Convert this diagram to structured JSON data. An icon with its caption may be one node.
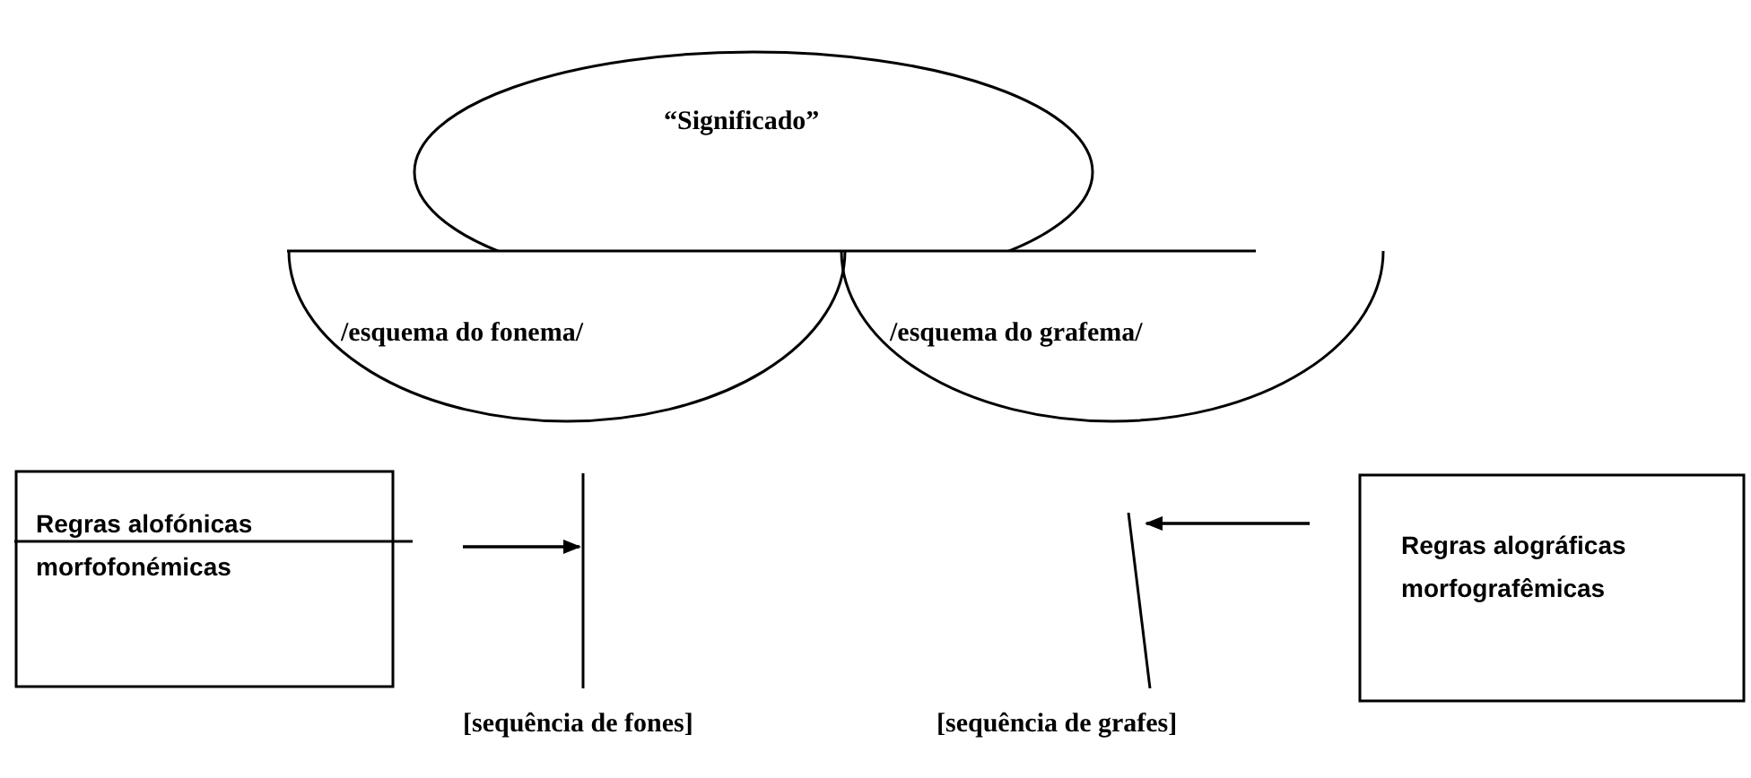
{
  "diagram": {
    "nodes": [
      {
        "text": [
          "“Significado”"
        ]
      },
      {
        "text": [
          "/esquema do fonema/"
        ]
      },
      {
        "text": [
          "/esquema do grafema/"
        ]
      },
      {
        "text": [
          "Regras alofónicas",
          "morfofonémicas"
        ]
      },
      {
        "text": [
          "Regras alográficas morfografêmicas"
        ]
      },
      {
        "text": [],
        "shape": "bar",
        "beside": [
          "[sequência de fones]"
        ]
      },
      {
        "text": [],
        "shape": "bar",
        "beside": [
          "[sequência de grafes]"
        ]
      }
    ],
    "edges": [
      {
        "from": 3,
        "to": 5,
        "arrow": "to"
      },
      {
        "from": 4,
        "to": 6,
        "arrow": "to"
      }
    ]
  }
}
